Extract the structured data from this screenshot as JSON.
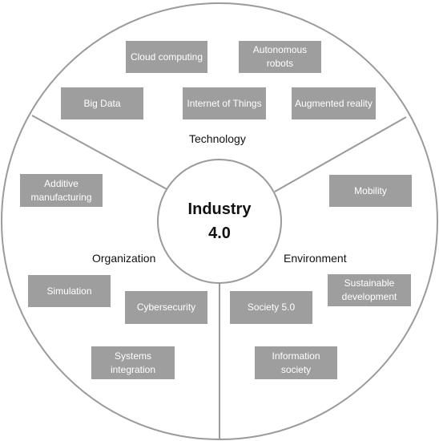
{
  "center": {
    "title": "Industry\n4.0"
  },
  "sectors": {
    "technology": {
      "label": "Technology",
      "items": [
        "Cloud computing",
        "Autonomous\nrobots",
        "Big Data",
        "Internet of Things",
        "Augmented reality"
      ]
    },
    "organization": {
      "label": "Organization",
      "items": [
        "Additive\nmanufacturing",
        "Simulation",
        "Cybersecurity",
        "Systems\nintegration"
      ]
    },
    "environment": {
      "label": "Environment",
      "items": [
        "Mobility",
        "Sustainable\ndevelopment",
        "Society 5.0",
        "Information\nsociety"
      ]
    }
  },
  "colors": {
    "box_fill": "#9e9e9e",
    "box_text": "#ffffff",
    "outline": "#9a9a9a"
  }
}
